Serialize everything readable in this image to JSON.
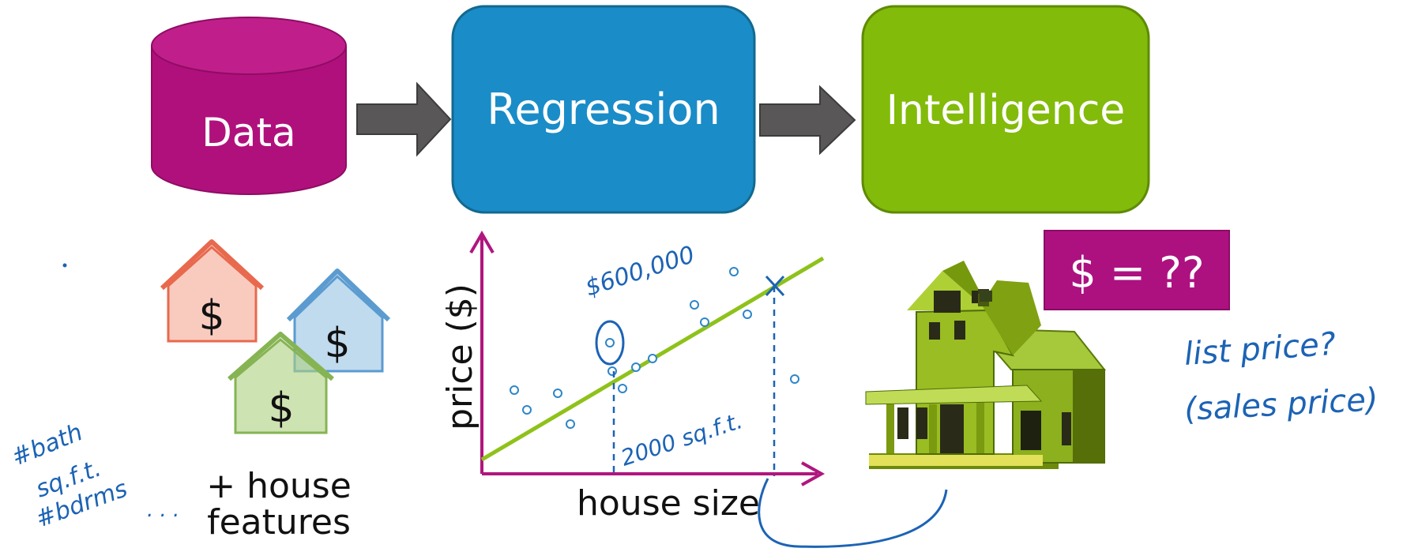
{
  "pipeline": {
    "data_label": "Data",
    "regression_label": "Regression",
    "intelligence_label": "Intelligence"
  },
  "houses": {
    "symbol": "$",
    "caption_line1": "+ house",
    "caption_line2": "features"
  },
  "plot": {
    "ylabel": "price ($)",
    "xlabel": "house size"
  },
  "query": {
    "label": "$ = ??"
  },
  "annotations": {
    "price_note": "$600,000",
    "size_note": "2000 sq.f.t.",
    "features_1": "#bath",
    "features_2": "sq.f.t.",
    "features_3": "#bdrms",
    "features_dots": ". . .",
    "list_price": "list price?",
    "sales_price": "(sales price)"
  },
  "colors": {
    "data": "#b0107c",
    "regression": "#1a8cc8",
    "intelligence": "#82bb0a",
    "arrow": "#595757",
    "axis": "#b0167e",
    "fit_line": "#8ec21a",
    "ink": "#1c63b5",
    "query_box": "#ad1180"
  }
}
